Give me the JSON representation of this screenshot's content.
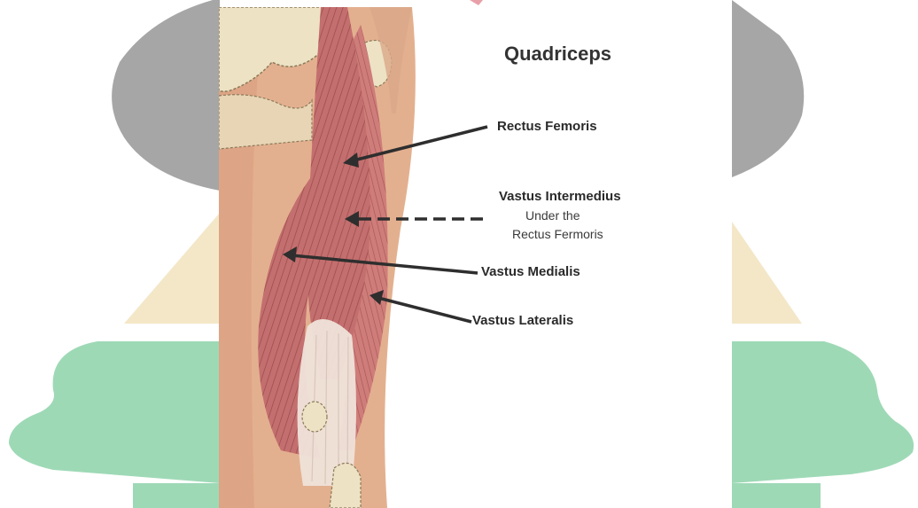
{
  "diagram": {
    "title": "Quadriceps",
    "labels": {
      "rectus_femoris": "Rectus Femoris",
      "vastus_intermedius": "Vastus Intermedius",
      "vastus_intermedius_note_line1": "Under the",
      "vastus_intermedius_note_line2": "Rectus Fermoris",
      "vastus_medialis": "Vastus Medialis",
      "vastus_lateralis": "Vastus Lateralis"
    }
  },
  "colors": {
    "watermark_gray": "#a6a6a6",
    "watermark_beige": "#f3e7c8",
    "watermark_green": "#9ed9b6",
    "watermark_red": "#e8a0a8",
    "skin": "#e3b08f",
    "muscle": "#c46f6f",
    "tendon": "#efe3da",
    "bone": "#ede2c4",
    "arrow": "#2e2e2e"
  }
}
